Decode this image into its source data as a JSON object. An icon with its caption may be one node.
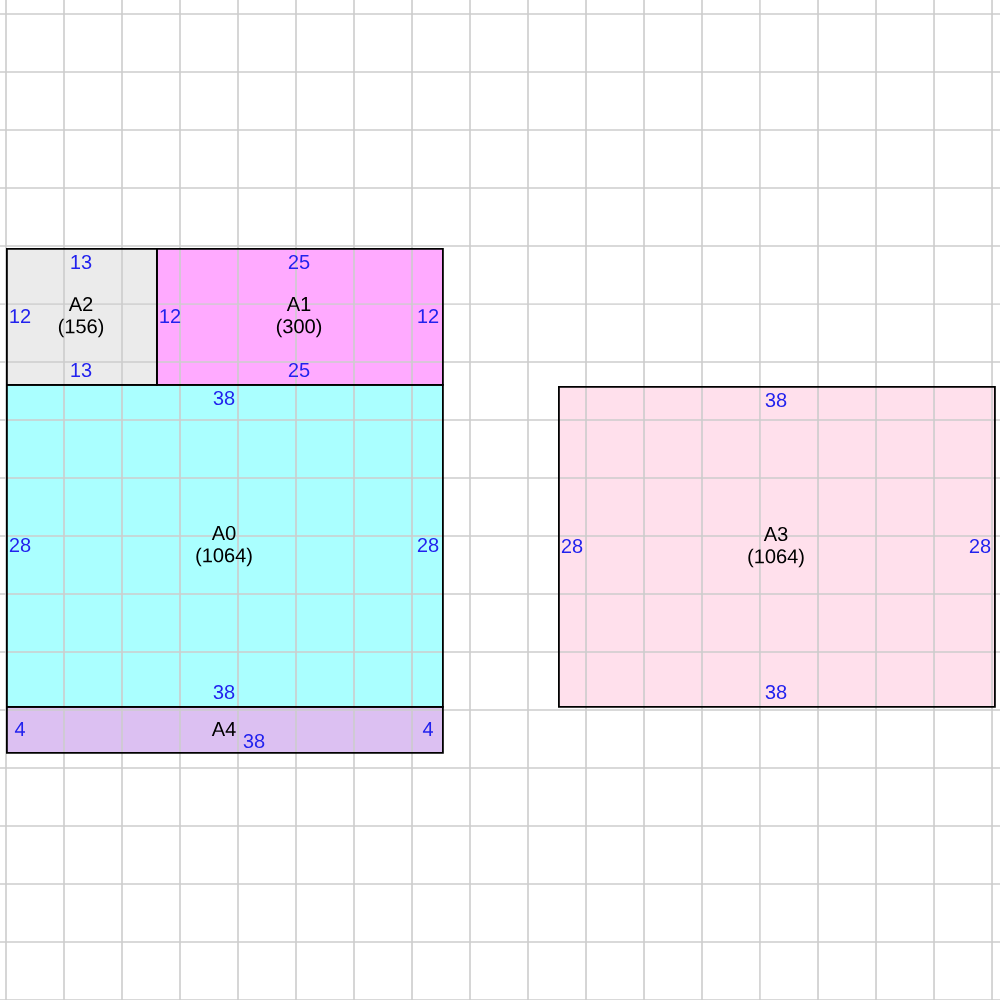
{
  "diagram": {
    "nodes": [
      {
        "text": [
          "13",
          "12",
          "A2",
          "(156)",
          "13"
        ]
      },
      {
        "text": [
          "25",
          "12",
          "A1",
          "(300)",
          "12",
          "25"
        ]
      },
      {
        "text": [
          "38",
          "28",
          "A0",
          "(1064)",
          "28",
          "38"
        ]
      },
      {
        "text": [
          "4",
          "A4",
          "38",
          "4"
        ]
      },
      {
        "text": [
          "38",
          "28",
          "A3",
          "(1064)",
          "28",
          "38"
        ]
      }
    ]
  }
}
